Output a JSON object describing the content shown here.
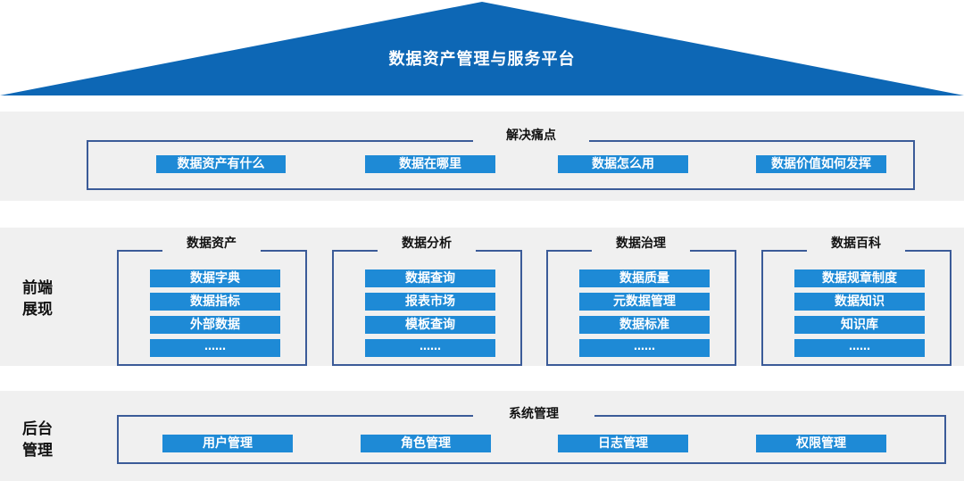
{
  "platform": {
    "title": "数据资产管理与服务平台"
  },
  "pain_points": {
    "title": "解决痛点",
    "items": [
      "数据资产有什么",
      "数据在哪里",
      "数据怎么用",
      "数据价值如何发挥"
    ]
  },
  "frontend": {
    "label_line1": "前端",
    "label_line2": "展现",
    "modules": [
      {
        "title": "数据资产",
        "items": [
          "数据字典",
          "数据指标",
          "外部数据",
          "……"
        ]
      },
      {
        "title": "数据分析",
        "items": [
          "数据查询",
          "报表市场",
          "模板查询",
          "……"
        ]
      },
      {
        "title": "数据治理",
        "items": [
          "数据质量",
          "元数据管理",
          "数据标准",
          "……"
        ]
      },
      {
        "title": "数据百科",
        "items": [
          "数据规章制度",
          "数据知识",
          "知识库",
          "……"
        ]
      }
    ]
  },
  "backend": {
    "label_line1": "后台",
    "label_line2": "管理",
    "title": "系统管理",
    "items": [
      "用户管理",
      "角色管理",
      "日志管理",
      "权限管理"
    ]
  },
  "colors": {
    "roof": "#0d67b5",
    "button": "#1e8ad6",
    "frame": "#3b5b98",
    "band": "#f0f0f0"
  }
}
